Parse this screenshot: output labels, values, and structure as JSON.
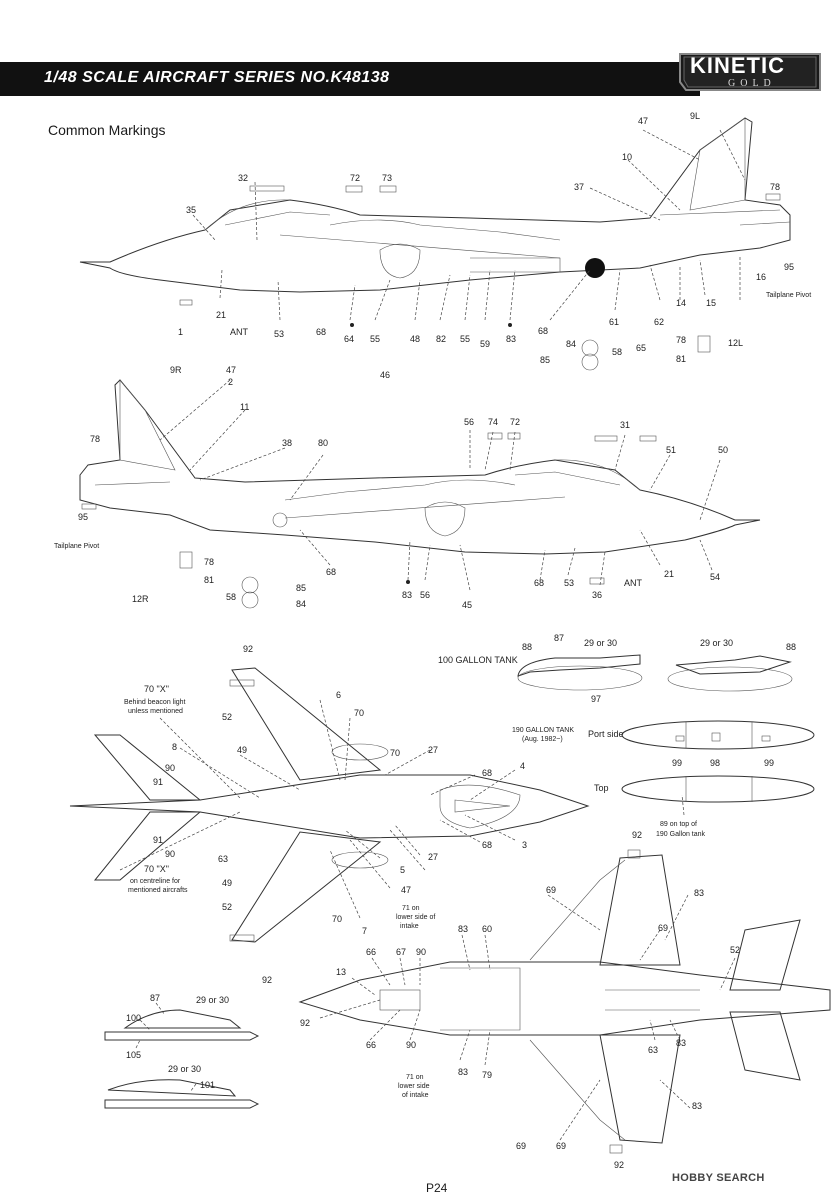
{
  "header": {
    "series_title": "1/48 SCALE  AIRCRAFT  SERIES NO.K48138",
    "logo_line1": "KINETIC",
    "logo_line2": "GOLD"
  },
  "section_title": "Common Markings",
  "page_number": "P24",
  "watermark": "HOBBY SEARCH",
  "top_view_labels": {
    "n32": "32",
    "n72": "72",
    "n73": "73",
    "n47": "47",
    "n9L": "9L",
    "n10": "10",
    "n35": "35",
    "n37": "37",
    "n78": "78",
    "n95": "95",
    "n16": "16",
    "n1": "1",
    "n21": "21",
    "ant": "ANT",
    "n53": "53",
    "n68": "68",
    "n64": "64",
    "n55a": "55",
    "n48": "48",
    "n82": "82",
    "n55b": "55",
    "n59": "59",
    "n83": "83",
    "n46": "46",
    "n68b": "68",
    "n61": "61",
    "n62": "62",
    "n14": "14",
    "n15": "15",
    "tailplane": "Tailplane Pivot",
    "n12L": "12L",
    "n84": "84",
    "n58": "58",
    "n85": "85",
    "n65": "65",
    "n78b": "78",
    "n81": "81"
  },
  "side2_labels": {
    "n9R": "9R",
    "n47": "47",
    "n2": "2",
    "n11": "11",
    "n78": "78",
    "n38": "38",
    "n80": "80",
    "n56": "56",
    "n74": "74",
    "n72": "72",
    "n31": "31",
    "n51": "51",
    "n50": "50",
    "n95": "95",
    "tailplane": "Tailplane Pivot",
    "n12R": "12R",
    "n78b": "78",
    "n81": "81",
    "n68": "68",
    "n58": "58",
    "n85": "85",
    "n84": "84",
    "n83": "83",
    "n56b": "56",
    "n45": "45",
    "n68b": "68",
    "n53": "53",
    "n36": "36",
    "ant": "ANT",
    "n21": "21",
    "n54": "54"
  },
  "planform_labels": {
    "n92a": "92",
    "n70x": "70 \"X\"",
    "behind": "Behind beacon light",
    "unless": "unless mentioned",
    "n52": "52",
    "n6": "6",
    "n70": "70",
    "n8": "8",
    "n49": "49",
    "n70b": "70",
    "n27": "27",
    "n90": "90",
    "n91": "91",
    "n68": "68",
    "n4": "4",
    "n91b": "91",
    "n90b": "90",
    "n63": "63",
    "n70x2": "70 \"X\"",
    "oncentre": "on centreline for",
    "mentioned": "mentioned aircrafts",
    "n47": "47",
    "n5": "5",
    "n68b": "68",
    "n3": "3",
    "n49b": "49",
    "n52b": "52",
    "n70c": "70",
    "n7": "7",
    "n92b": "92",
    "n27b": "27"
  },
  "tanks": {
    "tank100_title": "100 GALLON TANK",
    "n88": "88",
    "n87": "87",
    "n29or30": "29 or 30",
    "n97": "97",
    "n29or30b": "29 or 30",
    "n88b": "88",
    "tank190_title": "190 GALLON TANK",
    "tank190_sub": "(Aug. 1982~)",
    "port_side": "Port side",
    "n99a": "99",
    "n98": "98",
    "n99b": "99",
    "top": "Top",
    "n89": "89 on top of",
    "gallon190": "190 Gallon tank"
  },
  "underside_labels": {
    "n92": "92",
    "n69": "69",
    "n83": "83",
    "n69b": "69",
    "n71": "71 on",
    "lower": "lower side of",
    "intake": "intake",
    "n83b": "83",
    "n60": "60",
    "n66": "66",
    "n67": "67",
    "n90": "90",
    "n13": "13",
    "n52": "52",
    "n92b": "92",
    "n66b": "66",
    "n90b": "90",
    "n63": "63",
    "n83c": "83",
    "n71b": "71 on",
    "lowerb": "lower side",
    "intakeb": "of intake",
    "n83d": "83",
    "n79": "79",
    "n83e": "83",
    "n69c": "69",
    "n69d": "69",
    "n92c": "92"
  },
  "pylon_labels": {
    "n87": "87",
    "n29or30": "29 or 30",
    "n100": "100",
    "n105": "105",
    "n29or30b": "29 or 30",
    "n101": "101"
  }
}
